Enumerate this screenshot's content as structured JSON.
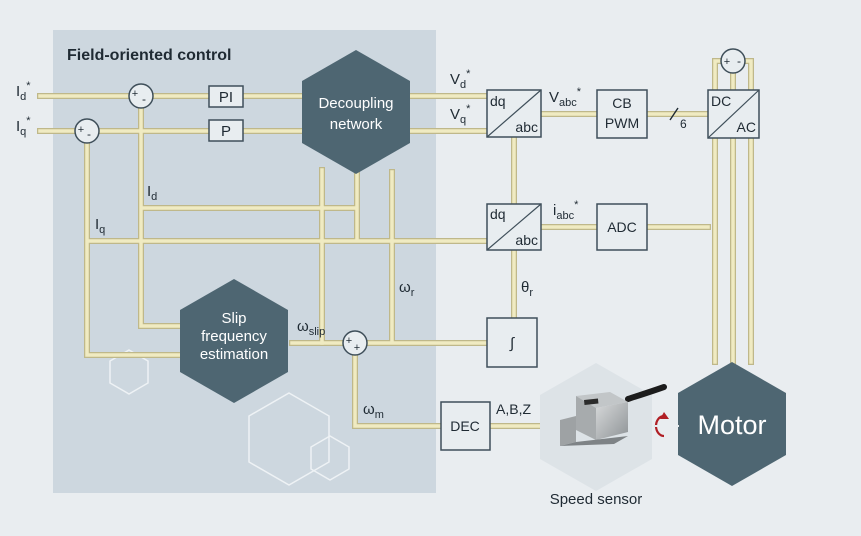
{
  "region": {
    "title": "Field-oriented control"
  },
  "inputs": {
    "id_ref": {
      "main": "I",
      "sub": "d",
      "sup": "*"
    },
    "iq_ref": {
      "main": "I",
      "sub": "q",
      "sup": "*"
    }
  },
  "signals": {
    "id": {
      "main": "I",
      "sub": "d"
    },
    "iq": {
      "main": "I",
      "sub": "q"
    },
    "vd": {
      "main": "V",
      "sub": "d",
      "sup": "*"
    },
    "vq": {
      "main": "V",
      "sub": "q",
      "sup": "*"
    },
    "vabc": {
      "main": "V",
      "sub": "abc",
      "sup": "*"
    },
    "iabc": {
      "main": "i",
      "sub": "abc",
      "sup": "*"
    },
    "omega_r": {
      "main": "ω",
      "sub": "r"
    },
    "theta_r": {
      "main": "θ",
      "sub": "r"
    },
    "omega_slip": {
      "main": "ω",
      "sub": "slip"
    },
    "omega_m": {
      "main": "ω",
      "sub": "m"
    },
    "encoder": "A,B,Z",
    "phase_count": "6"
  },
  "sums": {
    "sum_d": {
      "a": "+",
      "b": "-"
    },
    "sum_q": {
      "a": "+",
      "b": "-"
    },
    "sum_slip": {
      "a": "+",
      "b": "+"
    },
    "sum_dc": {
      "a": "+",
      "b": "-"
    }
  },
  "blocks": {
    "pi": "PI",
    "p": "P",
    "decoupling": [
      "Decoupling",
      "network"
    ],
    "dq_abc": {
      "top": "dq",
      "bottom": "abc"
    },
    "abc_dq": {
      "top": "dq",
      "bottom": "abc"
    },
    "cb_pwm": [
      "CB",
      "PWM"
    ],
    "dc_ac": {
      "top": "DC",
      "bottom": "AC"
    },
    "adc": "ADC",
    "integrator": "∫",
    "slip": [
      "Slip",
      "frequency",
      "estimation"
    ],
    "dec": "DEC",
    "motor": "Motor",
    "sensor_label": "Speed sensor"
  },
  "colors": {
    "background": "#e9edf0",
    "control_region": "#cdd7df",
    "hexagon": "#4e6672",
    "line": "#f0ebc2",
    "line_dark": "#bfb88a",
    "block_fill": "#e8edf0",
    "block_stroke": "#3f4f5a",
    "title_text": "#6c7f8b",
    "rotation_arrow": "#b01f25"
  }
}
